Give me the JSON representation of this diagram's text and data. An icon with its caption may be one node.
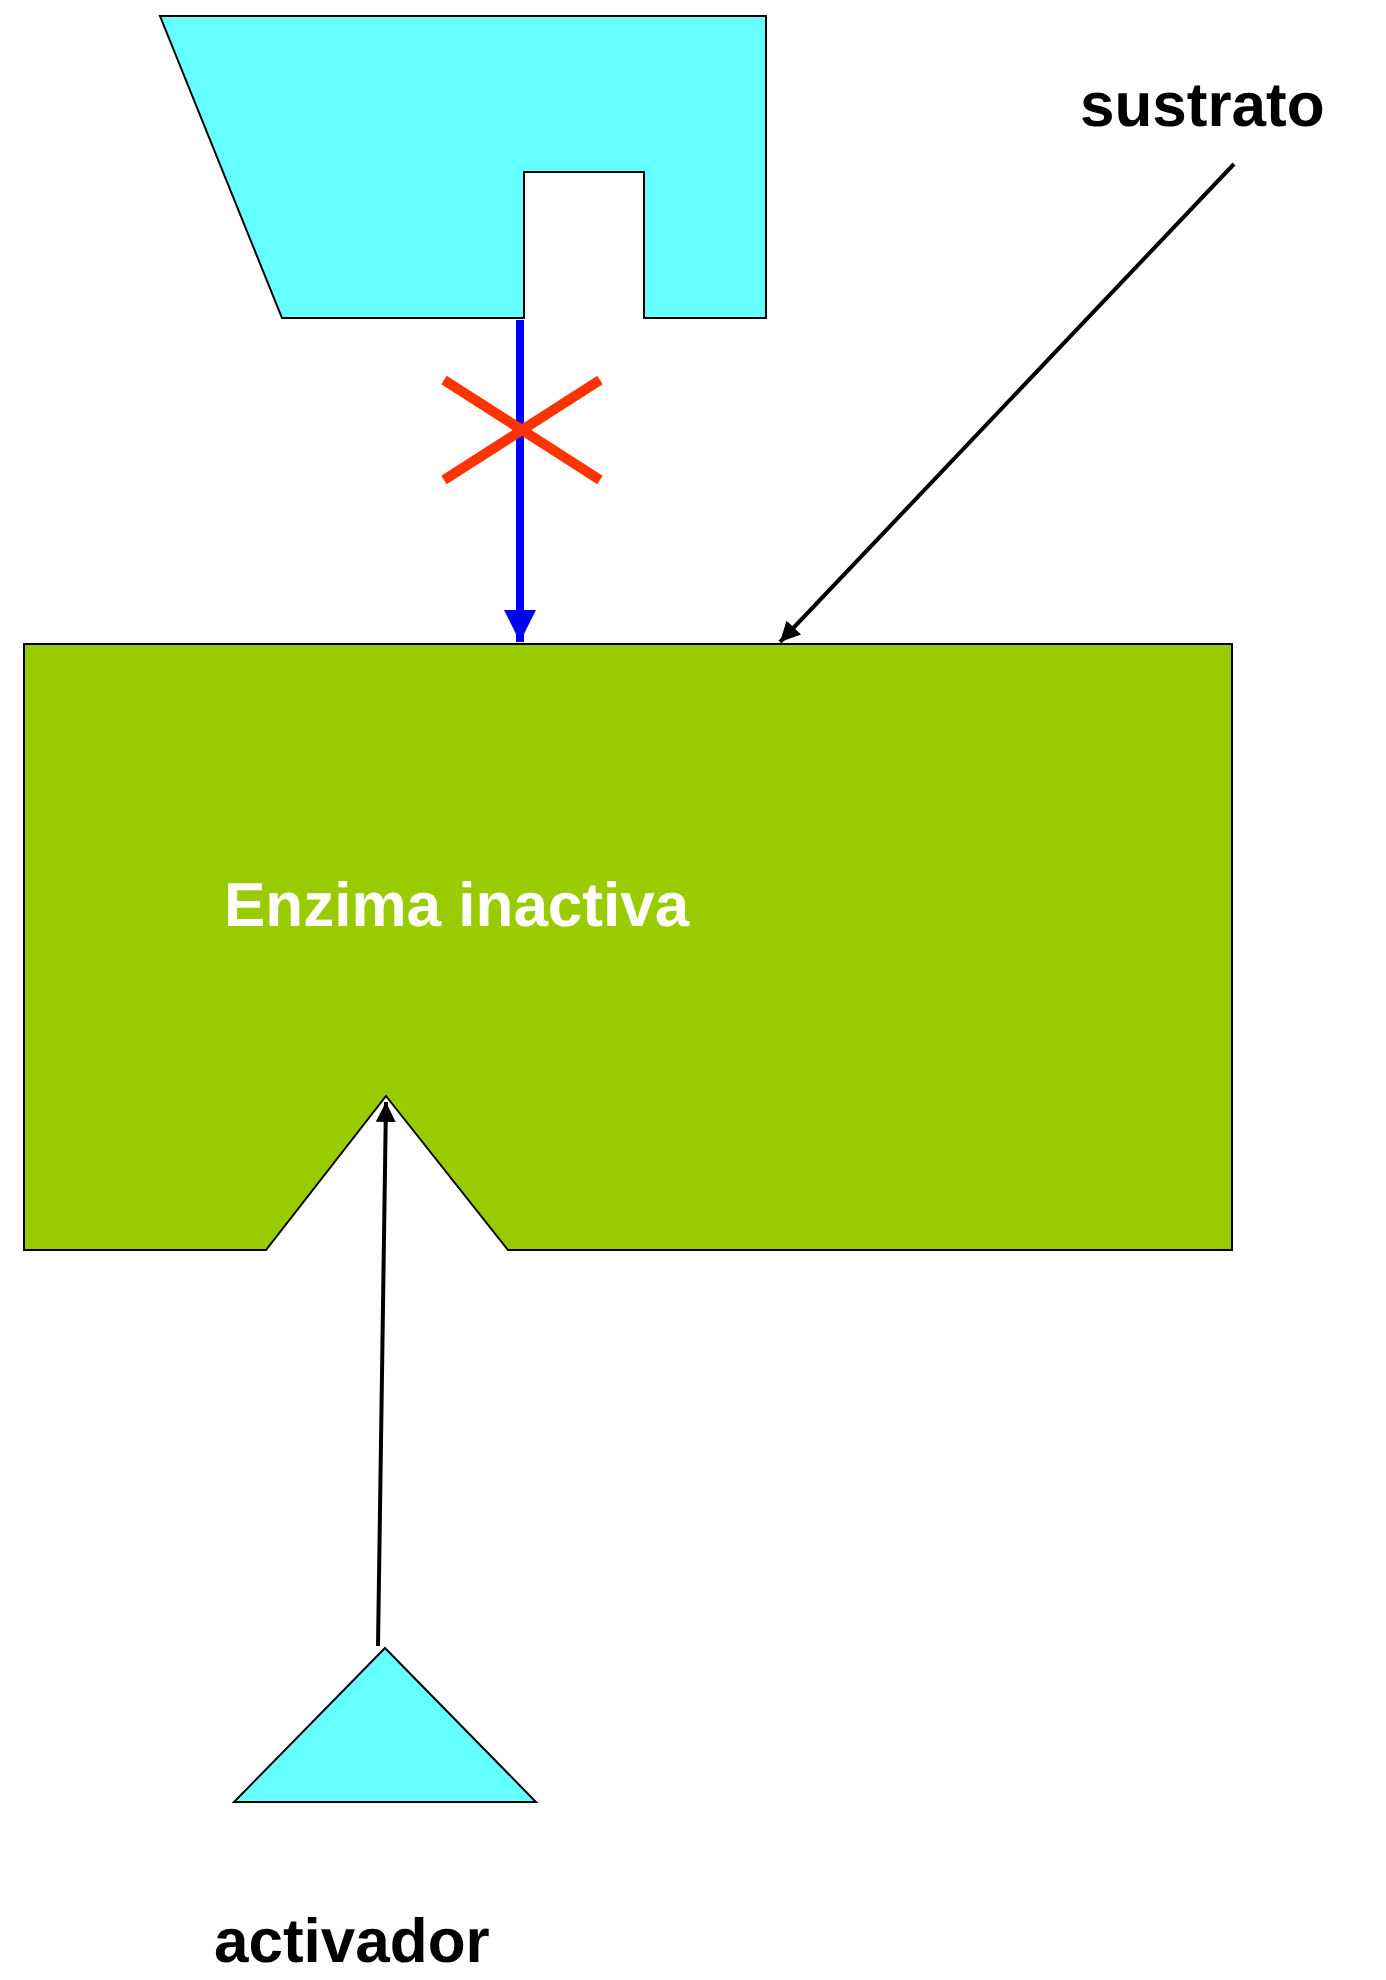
{
  "diagram": {
    "nodes": [
      {
        "text": [],
        "shape": "trapezoid"
      },
      {
        "text": [
          "sustrato"
        ]
      },
      {
        "text": [
          "Enzima inactiva"
        ]
      },
      {
        "text": [],
        "shape": "triangle",
        "beside": [
          "activador"
        ]
      }
    ],
    "edges": [
      {
        "from": 0,
        "to": 2,
        "arrow": "to",
        "color": "#0000ff",
        "style": "thick"
      },
      {
        "from": 1,
        "to": 2,
        "arrow": "to"
      },
      {
        "from": 3,
        "to": 2,
        "arrow": "to"
      }
    ]
  }
}
